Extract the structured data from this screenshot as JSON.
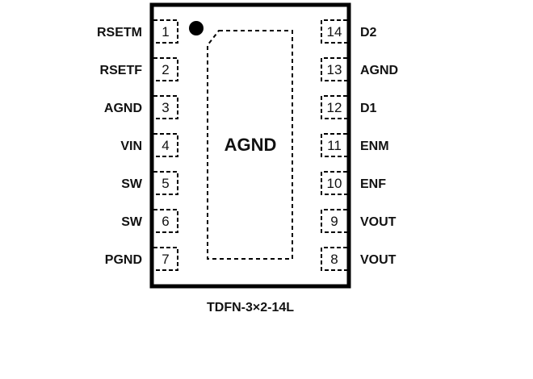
{
  "package_name": "TDFN-3×2-14L",
  "exposed_pad_label": "AGND",
  "left_pins": [
    {
      "number": "1",
      "name": "RSETM"
    },
    {
      "number": "2",
      "name": "RSETF"
    },
    {
      "number": "3",
      "name": "AGND"
    },
    {
      "number": "4",
      "name": "VIN"
    },
    {
      "number": "5",
      "name": "SW"
    },
    {
      "number": "6",
      "name": "SW"
    },
    {
      "number": "7",
      "name": "PGND"
    }
  ],
  "right_pins": [
    {
      "number": "14",
      "name": "D2"
    },
    {
      "number": "13",
      "name": "AGND"
    },
    {
      "number": "12",
      "name": "D1"
    },
    {
      "number": "11",
      "name": "ENM"
    },
    {
      "number": "10",
      "name": "ENF"
    },
    {
      "number": "9",
      "name": "VOUT"
    },
    {
      "number": "8",
      "name": "VOUT"
    }
  ]
}
